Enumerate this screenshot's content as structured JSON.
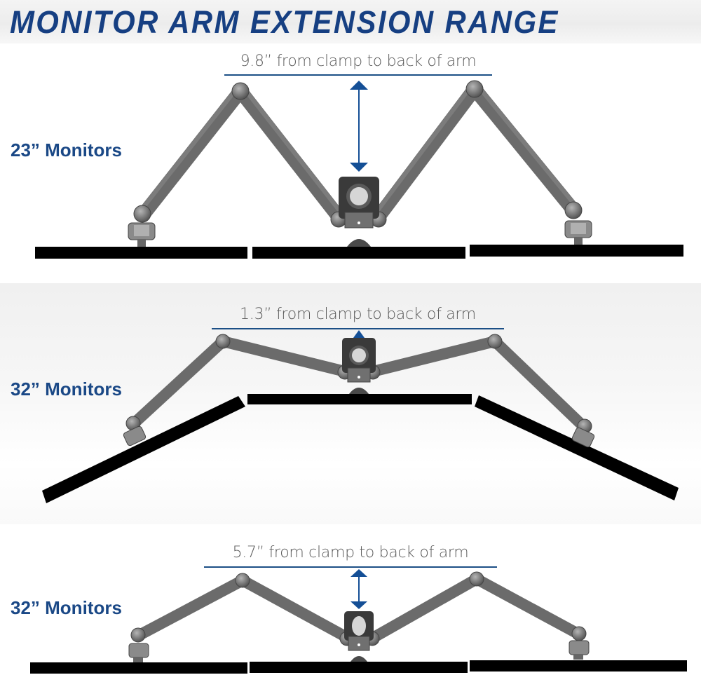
{
  "header": {
    "title": "MONITOR ARM EXTENSION RANGE"
  },
  "colors": {
    "title_blue": "#163f82",
    "label_blue": "#1a4886",
    "measure_line": "#1c4f86",
    "arrow": "#144f96",
    "arm_gray": "#6e6e6e",
    "monitor_black": "#000000",
    "caption_gray": "#5a5a5a"
  },
  "configurations": [
    {
      "monitor_size_label": "23” Monitors",
      "measurement_label": "9.8” from clamp to back of arm",
      "distance_in": 9.8,
      "arrow": "double-headed",
      "monitor_layout": "flat"
    },
    {
      "monitor_size_label": "32” Monitors",
      "measurement_label": "1.3” from clamp to back of arm",
      "distance_in": 1.3,
      "arrow": "single-up",
      "monitor_layout": "angled"
    },
    {
      "monitor_size_label": "32” Monitors",
      "measurement_label": "5.7” from clamp to back of arm",
      "distance_in": 5.7,
      "arrow": "double-headed",
      "monitor_layout": "flat"
    }
  ]
}
